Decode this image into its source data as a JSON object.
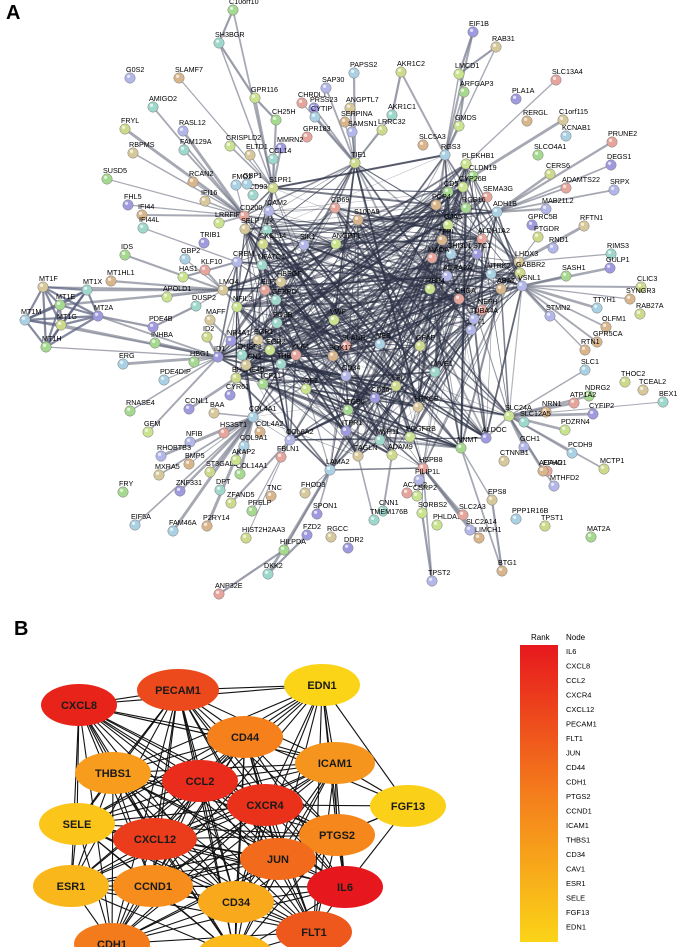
{
  "panel_a": {
    "label": "A",
    "nodes": [
      "C10orf10",
      "EIF1B",
      "RAB31",
      "SH3BGR",
      "LMCD1",
      "SLC13A4",
      "G0S2",
      "SLAMF7",
      "PAPSS2",
      "AKR1C2",
      "ARFGAP3",
      "PLA1A",
      "C1orf115",
      "AMIGO2",
      "GPR116",
      "CHRDL1",
      "SAP30",
      "RERGL",
      "KCNAB1",
      "FRYL",
      "CH25H",
      "PRSS23",
      "ANGPTL7",
      "AKR1C1",
      "GMDS",
      "PRUNE2",
      "RASL12",
      "SERPINA",
      "CYTIP",
      "LRRC32",
      "SLCO4A1",
      "DEGS1",
      "RBPMS",
      "FAM129A",
      "CRISPLD2",
      "GPR183",
      "SAMSN1",
      "SLC5A3",
      "RGS3",
      "CERS6",
      "SUSD5",
      "MMRN2",
      "ELTD1",
      "CCL14",
      "PLEKHB1",
      "ADAMTS22",
      "SRPX",
      "RCAN2",
      "FMO2",
      "TIE1",
      "CLDN19",
      "FHL5",
      "IFI16",
      "CD93",
      "CYP26B",
      "SEMA3G",
      "MAB21L2",
      "IFI44",
      "GBP1",
      "S1PR1",
      "CD5",
      "GPRC5B",
      "RFTN1",
      "IFI44L",
      "LRRFIP1",
      "CD200",
      "ICAM2",
      "PCP4",
      "ADH1B",
      "PTGDR",
      "IDS",
      "TRIB1",
      "SELP",
      "ILK",
      "GJA5",
      "ALDH1A2",
      "RND1",
      "MT1HL1",
      "GBP2",
      "CXCL14",
      "RGS16",
      "STC1",
      "LHDX3",
      "RIMS3",
      "HAS1",
      "KLF10",
      "CREM",
      "S100A9",
      "CHI3L1",
      "GABBR2",
      "SASH1",
      "GULP1",
      "MT1F",
      "MT1X",
      "APOLD1",
      "CD69",
      "SIK1",
      "TFPI",
      "NTRK2",
      "CLIC3",
      "MT1E",
      "MT2A",
      "LMO4",
      "NFATC1",
      "ANGPT1",
      "MAOA",
      "VSNL1",
      "SYNGR3",
      "MT1M",
      "MT1G",
      "MT1H",
      "PDE4B",
      "MAFF",
      "DUSP2",
      "NFIL3",
      "ELF3",
      "ADRA2A",
      "ABAT",
      "TTYH1",
      "RAB27A",
      "INHBA",
      "NR4A1",
      "HBEGF",
      "CEBPD",
      "RBP4",
      "NEFH",
      "STMN2",
      "OLFM1",
      "ERG",
      "ID2",
      "HBG1",
      "ID1",
      "EGR1",
      "FOSB",
      "VWF",
      "PLAUR",
      "SYT1",
      "GPR5CA",
      "PDE4DIP",
      "BHLHE40",
      "TCF21",
      "CYR61",
      "CCN2",
      "THBS2",
      "IGF2",
      "CHGA",
      "TUBA4A",
      "RTN1",
      "SLC1",
      "THOC2",
      "RNASE4",
      "CCNL1",
      "BAA",
      "DUSP1",
      "EGR2",
      "KLF4",
      "CD34",
      "SOX17",
      "NES",
      "GFAP",
      "NDRG2",
      "CYFIP2",
      "TCEAL2",
      "BEX1",
      "GEM",
      "HS3ST1",
      "NFIB",
      "COL4A2",
      "COL4A1",
      "LPL",
      "ITGB5",
      "CD36",
      "PRKCB",
      "LYVE1",
      "PDZRN4",
      "ATP1A2",
      "RHOBTB3",
      "BMP5",
      "COL9A1",
      "ST3GAL2",
      "COL14A1",
      "ITPR1",
      "TAGLN",
      "MYH11",
      "PDGFRB",
      "ACTG2",
      "GCH1",
      "NRN1",
      "PCDH9",
      "MCTP1",
      "FRY",
      "ZNF331",
      "MXRA5",
      "DPT",
      "AKAP2",
      "FBLN1",
      "COL6A2",
      "TNC",
      "LAMA2",
      "ADAM9",
      "NNMT",
      "ALDOC",
      "CTNNB1",
      "SLC12A5",
      "SLC24A",
      "EFHD1",
      "MTHFD2",
      "ACAA2",
      "EIF5A",
      "ZFAND5",
      "PRELP",
      "SPON1",
      "FHOD3",
      "CNN1",
      "SORBS2",
      "HSPB8",
      "FILIP1L",
      "P2RY14",
      "FAM46A",
      "HIST2H2AA3",
      "HILPDA",
      "FZD2",
      "RGCC",
      "TMEM176B",
      "PHLDA1",
      "SLC2A3",
      "SLC2A14",
      "LIMCH1",
      "PPP1R16B",
      "TPST1",
      "MAT2A",
      "DDR2",
      "EPS8",
      "DKK2",
      "CSRP2",
      "ANP32E",
      "TPST2",
      "BTG1"
    ]
  },
  "panel_b": {
    "label": "B",
    "nodes": [
      {
        "name": "CXCL8",
        "color": "#e8231a"
      },
      {
        "name": "PECAM1",
        "color": "#ec4a1c"
      },
      {
        "name": "EDN1",
        "color": "#fbd317"
      },
      {
        "name": "CD44",
        "color": "#f5801c"
      },
      {
        "name": "ICAM1",
        "color": "#f5951d"
      },
      {
        "name": "THBS1",
        "color": "#f79c1d"
      },
      {
        "name": "CCL2",
        "color": "#e92c1b"
      },
      {
        "name": "CXCR4",
        "color": "#ea321b"
      },
      {
        "name": "FGF13",
        "color": "#fbd018"
      },
      {
        "name": "SELE",
        "color": "#fbc51a"
      },
      {
        "name": "CXCL12",
        "color": "#eb3d1b"
      },
      {
        "name": "PTGS2",
        "color": "#f6871c"
      },
      {
        "name": "JUN",
        "color": "#f26b1d"
      },
      {
        "name": "ESR1",
        "color": "#fab71b"
      },
      {
        "name": "CCND1",
        "color": "#f68d1d"
      },
      {
        "name": "CD34",
        "color": "#f9aa1c"
      },
      {
        "name": "IL6",
        "color": "#e7181d"
      },
      {
        "name": "CDH1",
        "color": "#f47b1c"
      },
      {
        "name": "CAV1",
        "color": "#fbb91a"
      },
      {
        "name": "FLT1",
        "color": "#ee581d"
      }
    ],
    "legend": {
      "rank_header": "Rank",
      "node_header": "Node",
      "items": [
        "IL6",
        "CXCL8",
        "CCL2",
        "CXCR4",
        "CXCL12",
        "PECAM1",
        "FLT1",
        "JUN",
        "CD44",
        "CDH1",
        "PTGS2",
        "CCND1",
        "ICAM1",
        "THBS1",
        "CD34",
        "CAV1",
        "ESR1",
        "SELE",
        "FGF13",
        "EDN1"
      ],
      "gradient_top": "#e7181d",
      "gradient_bottom": "#fbd418"
    }
  }
}
